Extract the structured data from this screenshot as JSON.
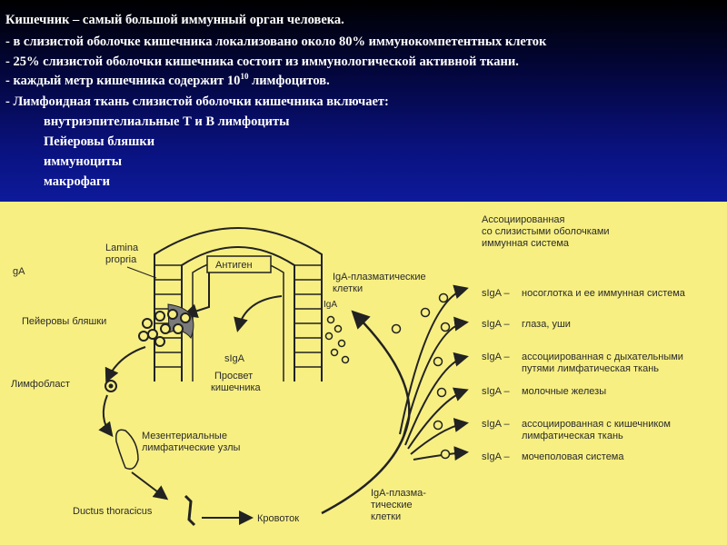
{
  "header": {
    "line1": "Кишечник – самый большой иммунный орган человека.",
    "line2": "- в слизистой оболочке кишечника локализовано около 80% иммунокомпетентных клеток",
    "line3": "- 25% слизистой оболочки кишечника состоит из иммунологической активной ткани.",
    "line4_pre": "- каждый метр кишечника содержит 10",
    "line4_sup": "10",
    "line4_post": " лимфоцитов.",
    "line5": "- Лимфоидная ткань слизистой оболочки кишечника включает:",
    "items": [
      "внутриэпителиальные Т и В лимфоциты",
      "Пейеровы бляшки",
      "иммуноциты",
      "макрофаги"
    ]
  },
  "diagram": {
    "title_lines": [
      "Ассоциированная",
      "со слизистыми оболочками",
      "иммунная система"
    ],
    "lamina_lines": [
      "Lamina",
      "propria"
    ],
    "gA": "gA",
    "antigen": "Антиген",
    "iga_plasma_lines": [
      "IgA-плазматические",
      "клетки"
    ],
    "iga_small": "IgA",
    "peyer": "Пейеровы бляшки",
    "siga_center": "sIgA",
    "lumen_lines": [
      "Просвет",
      "кишечника"
    ],
    "lymphoblast": "Лимфобласт",
    "mesenteric_lines": [
      "Мезентериальные",
      "лимфатические узлы"
    ],
    "ductus": "Ductus thoracicus",
    "blood": "Кровоток",
    "iga_plasma2_lines": [
      "IgA-плазма-",
      "тические",
      "клетки"
    ],
    "siga_label": "sIgA –",
    "targets": [
      [
        "носоглотка и ее иммунная система"
      ],
      [
        "глаза, уши"
      ],
      [
        "ассоциированная с дыхательными",
        "путями лимфатическая ткань"
      ],
      [
        "молочные железы"
      ],
      [
        "ассоциированная с кишечником",
        "лимфатическая ткань"
      ],
      [
        "мочеполовая система"
      ]
    ]
  }
}
